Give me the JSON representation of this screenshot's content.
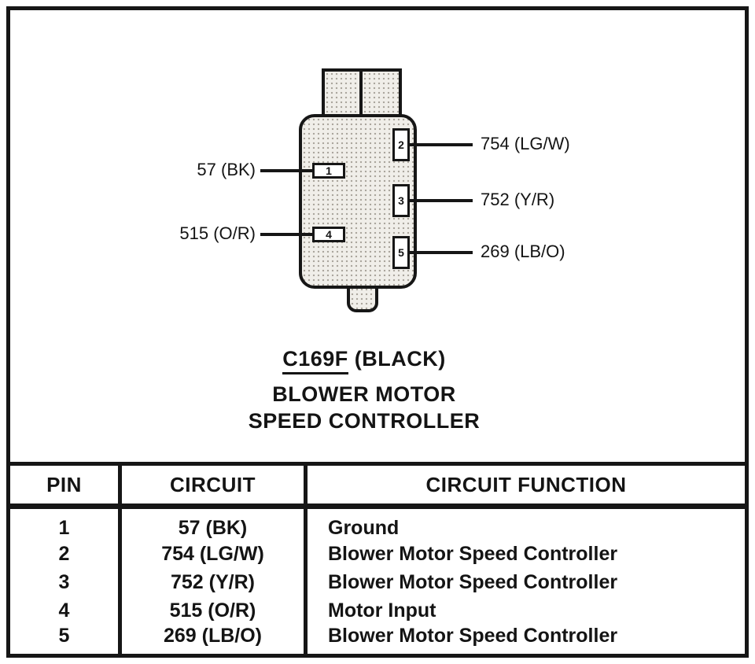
{
  "diagram": {
    "connector_id": "C169F",
    "connector_color": "(BLACK)",
    "title_line1": "BLOWER MOTOR",
    "title_line2": "SPEED CONTROLLER",
    "pins": [
      {
        "number": "1",
        "label": "57 (BK)",
        "side": "left"
      },
      {
        "number": "2",
        "label": "754 (LG/W)",
        "side": "right"
      },
      {
        "number": "3",
        "label": "752 (Y/R)",
        "side": "right"
      },
      {
        "number": "4",
        "label": "515 (O/R)",
        "side": "left"
      },
      {
        "number": "5",
        "label": "269 (LB/O)",
        "side": "right"
      }
    ],
    "colors": {
      "line": "#161616",
      "stipple_fill": "#f0eee9"
    }
  },
  "table": {
    "headers": [
      "PIN",
      "CIRCUIT",
      "CIRCUIT FUNCTION"
    ],
    "rows": [
      {
        "pin": "1",
        "circuit": "57 (BK)",
        "function": "Ground"
      },
      {
        "pin": "2",
        "circuit": "754 (LG/W)",
        "function": "Blower Motor Speed Controller"
      },
      {
        "pin": "3",
        "circuit": "752 (Y/R)",
        "function": "Blower Motor Speed Controller"
      },
      {
        "pin": "4",
        "circuit": "515 (O/R)",
        "function": "Motor Input"
      },
      {
        "pin": "5",
        "circuit": "269 (LB/O)",
        "function": "Blower Motor Speed Controller"
      }
    ]
  }
}
